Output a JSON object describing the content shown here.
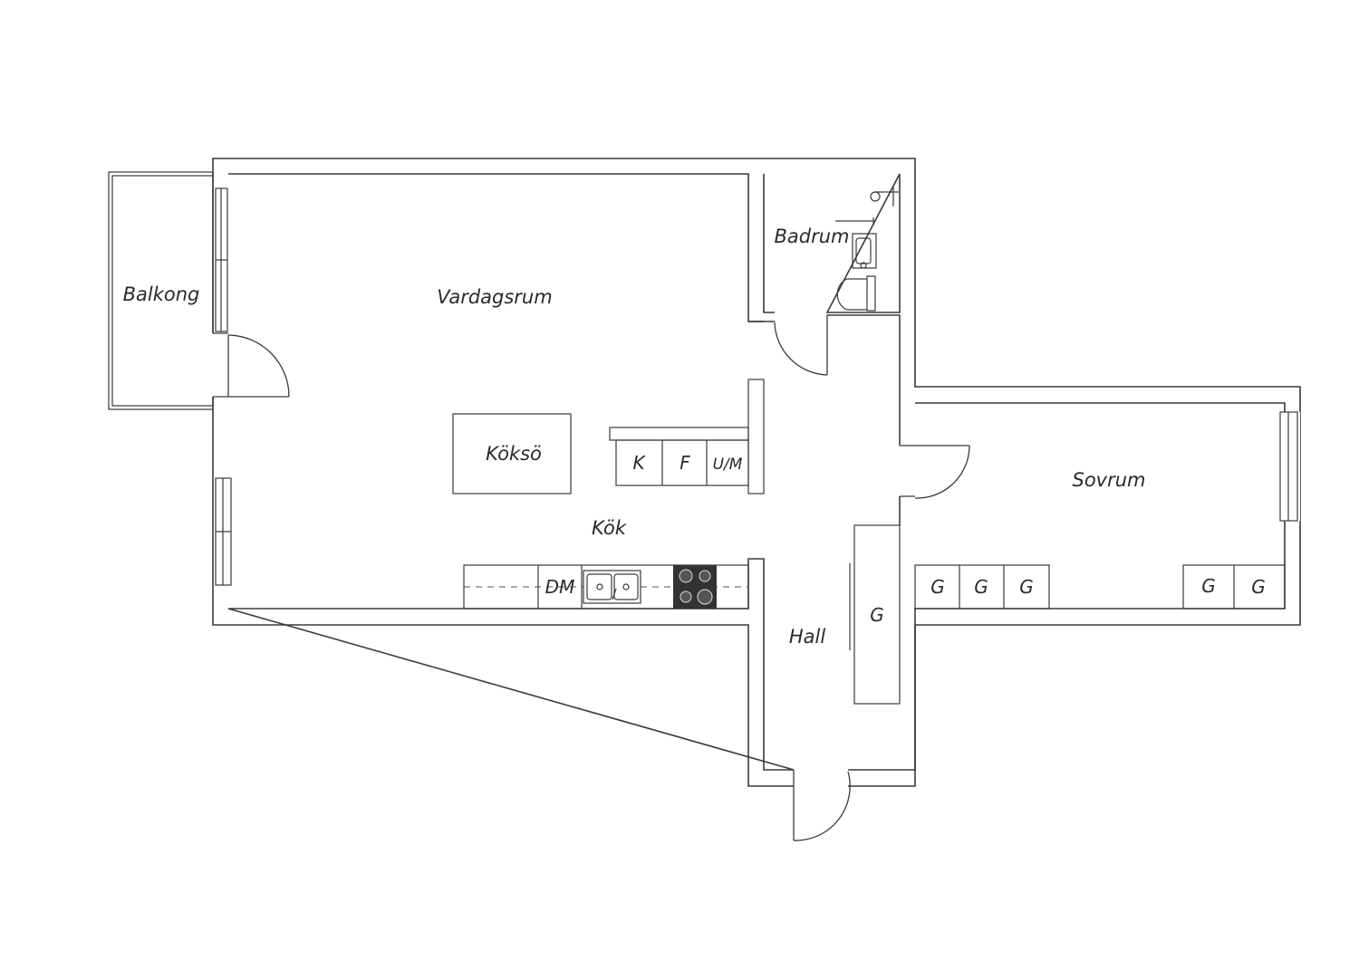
{
  "floorplan": {
    "rooms": {
      "balcony": "Balkong",
      "living_room": "Vardagsrum",
      "bathroom": "Badrum",
      "kitchen_island": "Köksö",
      "kitchen": "Kök",
      "hall": "Hall",
      "bedroom": "Sovrum"
    },
    "appliances": {
      "fridge_k": "K",
      "freezer_f": "F",
      "oven_micro": "U/M",
      "dishwasher": "DM"
    },
    "wardrobe_label": "G",
    "colors": {
      "line": "#3a3a3a",
      "background": "#ffffff",
      "stove": "#333333"
    }
  }
}
